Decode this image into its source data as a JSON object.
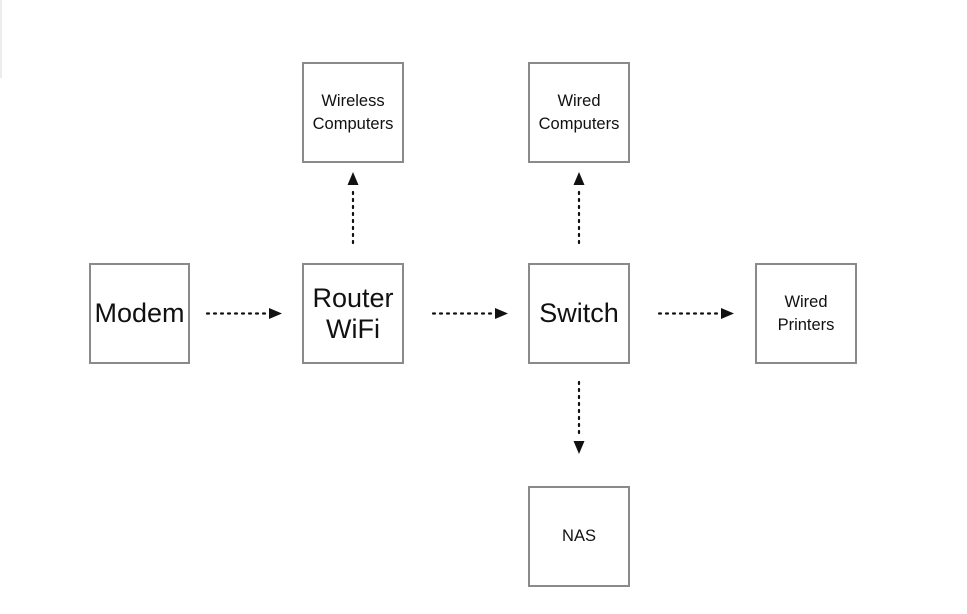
{
  "nodes": {
    "modem": {
      "label": "Modem"
    },
    "router": {
      "label": "Router\nWiFi"
    },
    "switch": {
      "label": "Switch"
    },
    "printers": {
      "label": "Wired\nPrinters"
    },
    "wireless": {
      "label": "Wireless\nComputers"
    },
    "wired": {
      "label": "Wired\nComputers"
    },
    "nas": {
      "label": "NAS"
    }
  },
  "edges": [
    {
      "from": "modem",
      "to": "router"
    },
    {
      "from": "router",
      "to": "switch"
    },
    {
      "from": "switch",
      "to": "printers"
    },
    {
      "from": "router",
      "to": "wireless"
    },
    {
      "from": "switch",
      "to": "wired"
    },
    {
      "from": "switch",
      "to": "nas"
    }
  ],
  "colors": {
    "box_border": "#8a8a8a",
    "connector": "#111111",
    "text": "#111111"
  }
}
